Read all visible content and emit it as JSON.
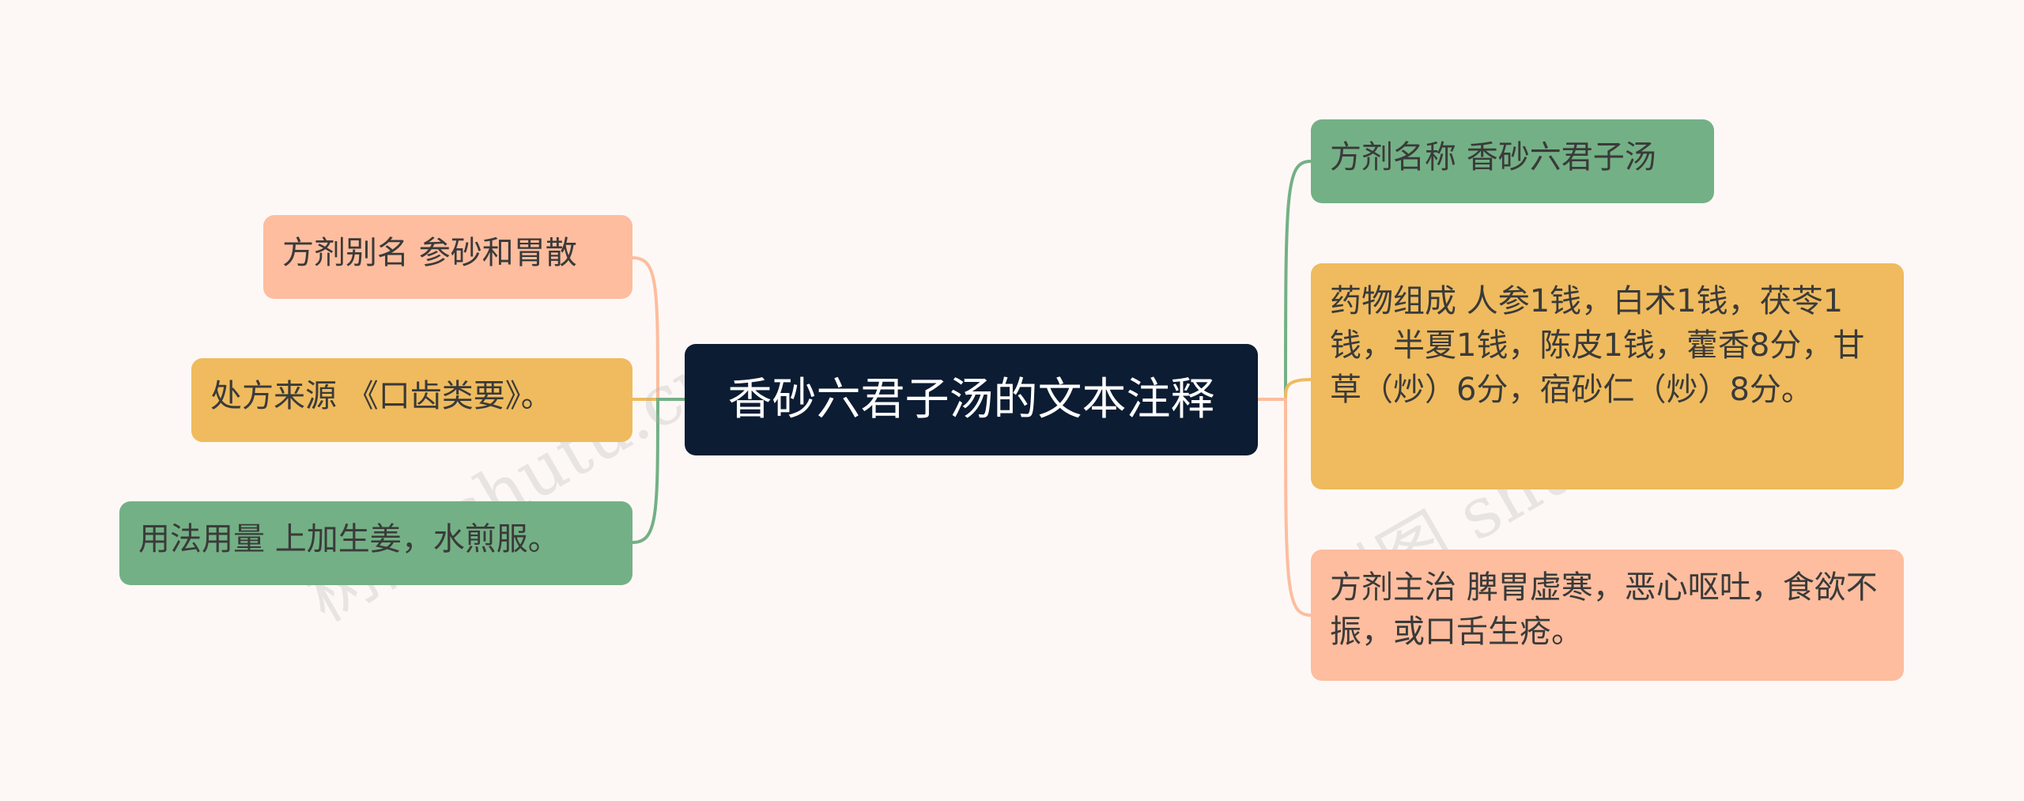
{
  "root": {
    "label": "香砂六君子汤的文本注释"
  },
  "left_branches": [
    {
      "label": "方剂别名 参砂和胃散",
      "color": "#fdbd9e"
    },
    {
      "label": "处方来源 《口齿类要》。",
      "color": "#efbb5e"
    },
    {
      "label": "用法用量 上加生姜，水煎服。",
      "color": "#74b085"
    }
  ],
  "right_branches": [
    {
      "label": "方剂名称 香砂六君子汤",
      "color": "#74b085"
    },
    {
      "label": "药物组成 人参1钱，白术1钱，茯苓1钱，半夏1钱，陈皮1钱，藿香8分，甘草（炒）6分，宿砂仁（炒）8分。",
      "color": "#efbb5e"
    },
    {
      "label": "方剂主治 脾胃虚寒，恶心呕吐，食欲不振，或口舌生疮。",
      "color": "#fdbd9e"
    }
  ],
  "watermark": {
    "text": "树图 shutu.cn"
  },
  "colors": {
    "root_bg": "#0c1c33",
    "canvas_bg": "#fdf8f6"
  }
}
